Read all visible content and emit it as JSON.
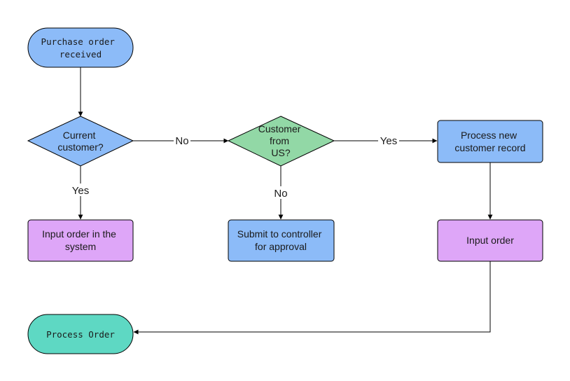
{
  "colors": {
    "terminal_blue": "#8cbbf8",
    "terminal_teal": "#5ed8c3",
    "decision_blue": "#8cbbf8",
    "decision_green": "#92d8a6",
    "process_purple": "#dea6f8",
    "process_blue": "#8cbbf8",
    "stroke": "#000000"
  },
  "nodes": {
    "start": {
      "lines": [
        "Purchase order",
        "received"
      ]
    },
    "current_customer": {
      "lines": [
        "Current",
        "customer?"
      ]
    },
    "customer_from_us": {
      "lines": [
        "Customer",
        "from",
        "US?"
      ]
    },
    "process_new_record": {
      "lines": [
        "Process new",
        "customer record"
      ]
    },
    "input_order_system": {
      "lines": [
        "Input order in the",
        "system"
      ]
    },
    "submit_controller": {
      "lines": [
        "Submit to controller",
        "for approval"
      ]
    },
    "input_order": {
      "lines": [
        "Input order"
      ]
    },
    "process_order": {
      "lines": [
        "Process Order"
      ]
    }
  },
  "edges": {
    "current_to_us": {
      "label": "No"
    },
    "us_to_new_record": {
      "label": "Yes"
    },
    "current_to_input_system": {
      "label": "Yes"
    },
    "us_to_submit": {
      "label": "No"
    }
  }
}
